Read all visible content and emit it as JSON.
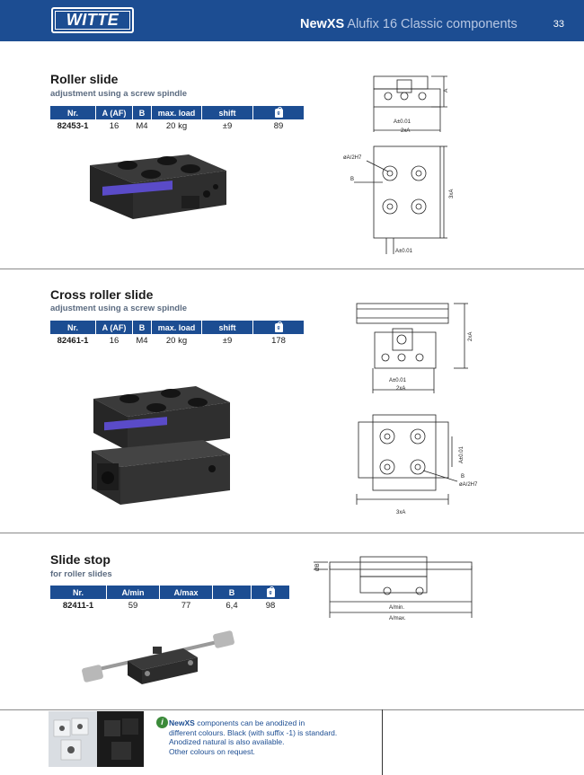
{
  "header": {
    "logo": "WITTE",
    "title_brand": "NewXS",
    "title_rest": " Alufix 16 Classic components",
    "page_number": "33"
  },
  "colors": {
    "brand": "#1c4d92",
    "note": "#1c4d92",
    "info": "#3b8a3a"
  },
  "sections": [
    {
      "title": "Roller slide",
      "subtitle": "adjustment using a screw spindle",
      "table": {
        "headers": [
          "Nr.",
          "A (AF)",
          "B",
          "max. load",
          "shift",
          "weight-icon"
        ],
        "row": [
          "82453-1",
          "16",
          "M4",
          "20 kg",
          "±9",
          "89"
        ]
      },
      "drawing_labels": {
        "a": "A",
        "a_tol": "A±0.01",
        "two_a": "2xA",
        "three_a": "3xA",
        "bore": "øA/2H7",
        "b": "B"
      }
    },
    {
      "title": "Cross roller slide",
      "subtitle": "adjustment using a screw spindle",
      "table": {
        "headers": [
          "Nr.",
          "A (AF)",
          "B",
          "max. load",
          "shift",
          "weight-icon"
        ],
        "row": [
          "82461-1",
          "16",
          "M4",
          "20 kg",
          "±9",
          "178"
        ]
      },
      "drawing_labels": {
        "two_a_v": "2xA",
        "a_tol": "A±0.01",
        "two_a": "2xA",
        "three_a": "3xA",
        "bore": "øA/2H7",
        "b": "B"
      }
    },
    {
      "title": "Slide stop",
      "subtitle": "for roller slides",
      "table": {
        "headers": [
          "Nr.",
          "A/min",
          "A/max",
          "B",
          "weight-icon"
        ],
        "row": [
          "82411-1",
          "59",
          "77",
          "6,4",
          "98"
        ]
      },
      "drawing_labels": {
        "dia": "ØB",
        "a_min": "A/min.",
        "a_max": "A/max."
      }
    }
  ],
  "footer": {
    "info_icon": "i",
    "brand": "NewXS",
    "line1": " components can be anodized in",
    "line2": "different colours. Black (with suffix -1) is standard.",
    "line3": "Anodized natural is also available.",
    "line4": "Other colours on request."
  }
}
